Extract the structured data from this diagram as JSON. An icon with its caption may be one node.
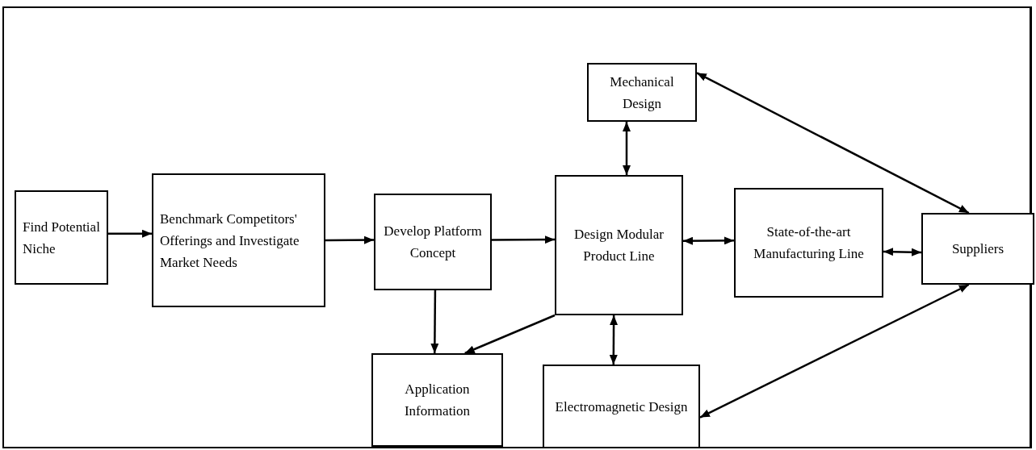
{
  "diagram": {
    "nodes": [
      {
        "text": [
          "Find Potential Niche"
        ]
      },
      {
        "text": [
          "Benchmark Competitors' Offerings and Investigate Market Needs"
        ]
      },
      {
        "text": [
          "Develop Platform Concept"
        ]
      },
      {
        "text": [
          "Mechanical Design"
        ]
      },
      {
        "text": [
          "Design Modular Product Line"
        ]
      },
      {
        "text": [
          "State-of-the-art Manufacturing Line"
        ]
      },
      {
        "text": [
          "Suppliers"
        ]
      },
      {
        "text": [
          "Application Information"
        ]
      },
      {
        "text": [
          "Electromagnetic Design"
        ]
      }
    ],
    "edges": [
      {
        "from": 0,
        "to": 1,
        "arrow": "to"
      },
      {
        "from": 1,
        "to": 2,
        "arrow": "to"
      },
      {
        "from": 2,
        "to": 4,
        "arrow": "to"
      },
      {
        "from": 2,
        "to": 7,
        "arrow": "to"
      },
      {
        "from": 4,
        "to": 7,
        "arrow": "to"
      },
      {
        "from": 3,
        "to": 4,
        "arrow": "both"
      },
      {
        "from": 4,
        "to": 8,
        "arrow": "both"
      },
      {
        "from": 4,
        "to": 5,
        "arrow": "both"
      },
      {
        "from": 5,
        "to": 6,
        "arrow": "both"
      },
      {
        "from": 3,
        "to": 6,
        "arrow": "both"
      },
      {
        "from": 8,
        "to": 6,
        "arrow": "both"
      }
    ]
  }
}
